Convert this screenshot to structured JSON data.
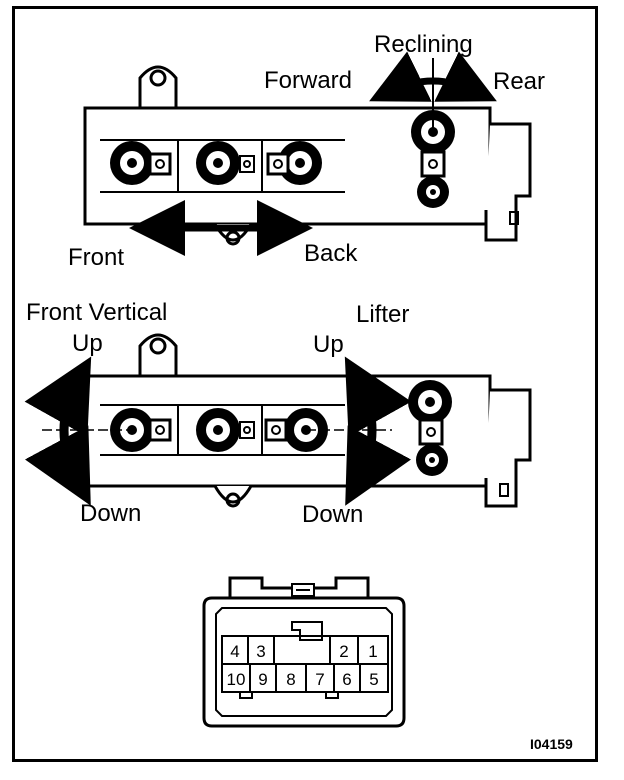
{
  "labels": {
    "reclining": "Reclining",
    "forward": "Forward",
    "rear": "Rear",
    "front": "Front",
    "back": "Back",
    "front_vertical": "Front Vertical",
    "front_up": "Up",
    "front_down": "Down",
    "lifter": "Lifter",
    "lifter_up": "Up",
    "lifter_down": "Down"
  },
  "connector": {
    "top_row": [
      "4",
      "3",
      "2",
      "1"
    ],
    "bottom_row": [
      "10",
      "9",
      "8",
      "7",
      "6",
      "5"
    ]
  },
  "figure_code": "I04159"
}
